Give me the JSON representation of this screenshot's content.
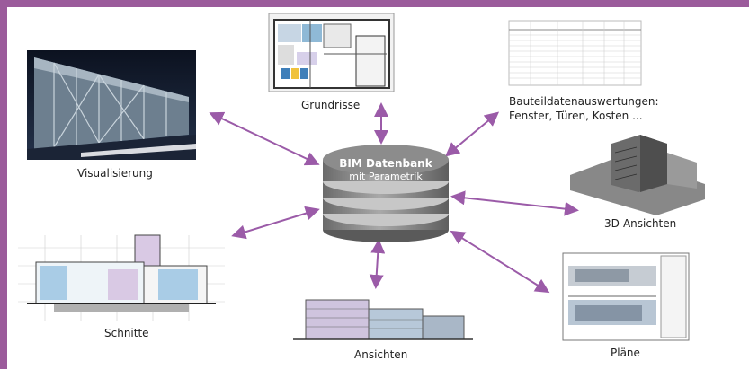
{
  "theme": {
    "frame_color": "#9b5b9b",
    "arrow_color": "#9b5ba8",
    "db_color": "#7d7d7d"
  },
  "center": {
    "title": "BIM Datenbank",
    "subtitle": "mit Parametrik"
  },
  "nodes": {
    "grundrisse": {
      "label": "Grundrisse"
    },
    "bauteil": {
      "label_line1": "Bauteildatenauswertungen:",
      "label_line2": "Fenster, Türen, Kosten ..."
    },
    "visualisierung": {
      "label": "Visualisierung"
    },
    "ansichten3d": {
      "label": "3D-Ansichten"
    },
    "schnitte": {
      "label": "Schnitte"
    },
    "ansichten": {
      "label": "Ansichten"
    },
    "plaene": {
      "label": "Pläne"
    }
  }
}
